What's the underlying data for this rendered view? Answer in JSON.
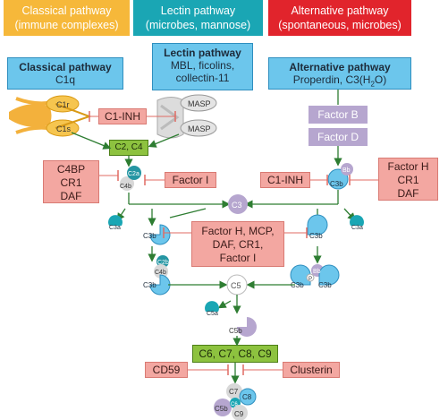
{
  "headers": [
    {
      "line1": "Classical pathway",
      "line2": "(immune complexes)",
      "color": "#f6b83a"
    },
    {
      "line1": "Lectin pathway",
      "line2": "(microbes, mannose)",
      "color": "#1aa6b4"
    },
    {
      "line1": "Alternative pathway",
      "line2": "(spontaneous, microbes)",
      "color": "#e1242c"
    }
  ],
  "classical_box": {
    "title": "Classical pathway",
    "sub": "C1q"
  },
  "lectin_box": {
    "title": "Lectin pathway",
    "line2": "MBL, ficolins,",
    "line3": "collectin-11"
  },
  "alt_box": {
    "title": "Alternative pathway",
    "sub_pre": "Properdin, C3(H",
    "sub_sub": "2",
    "sub_post": "O)"
  },
  "c1r": "C1r",
  "c1s": "C1s",
  "masp1": "MASP",
  "masp2": "MASP",
  "c1inh_left": "C1-INH",
  "factor_b": "Factor B",
  "factor_d": "Factor D",
  "c2c4": "C2, C4",
  "c4bp_box": {
    "l1": "C4BP",
    "l2": "CR1",
    "l3": "DAF"
  },
  "factor_i": "Factor I",
  "c1inh_right": "C1-INH",
  "factor_h_box": {
    "l1": "Factor H",
    "l2": "CR1",
    "l3": "DAF"
  },
  "mid_box": {
    "l1": "Factor H, MCP,",
    "l2": "DAF, CR1,",
    "l3": "Factor I"
  },
  "c5_convertase_box": "C6, C7, C8, C9",
  "cd59": "CD59",
  "clusterin": "Clusterin",
  "labels": {
    "c2a": "C2a",
    "c4b": "C4b",
    "bb_top": "Bb",
    "c3b_top": "C3b",
    "c3": "C3",
    "c3a_left": "C3a",
    "c3a_right": "C3a",
    "c3b_left": "C3b",
    "c3b_right": "C3b",
    "c2b_low": "C2b",
    "c4b_low": "C4b",
    "c3b_low_left": "C3b",
    "bb_low": "Bb",
    "p_low": "P",
    "c3b_low_r1": "C3b",
    "c3b_low_r2": "C3b",
    "c5": "C5",
    "c5a": "C5a",
    "c5b": "C5b",
    "mac_c7": "C7",
    "mac_c8": "C8",
    "mac_c5b": "C5b",
    "mac_c6": "C6",
    "mac_c9": "C9"
  },
  "colors": {
    "arrow": "#2e7d32",
    "inhibit": "#e06b63",
    "teal": "#1aa6b4",
    "c3": "#6cc6ec",
    "purple": "#b6a6cf"
  }
}
